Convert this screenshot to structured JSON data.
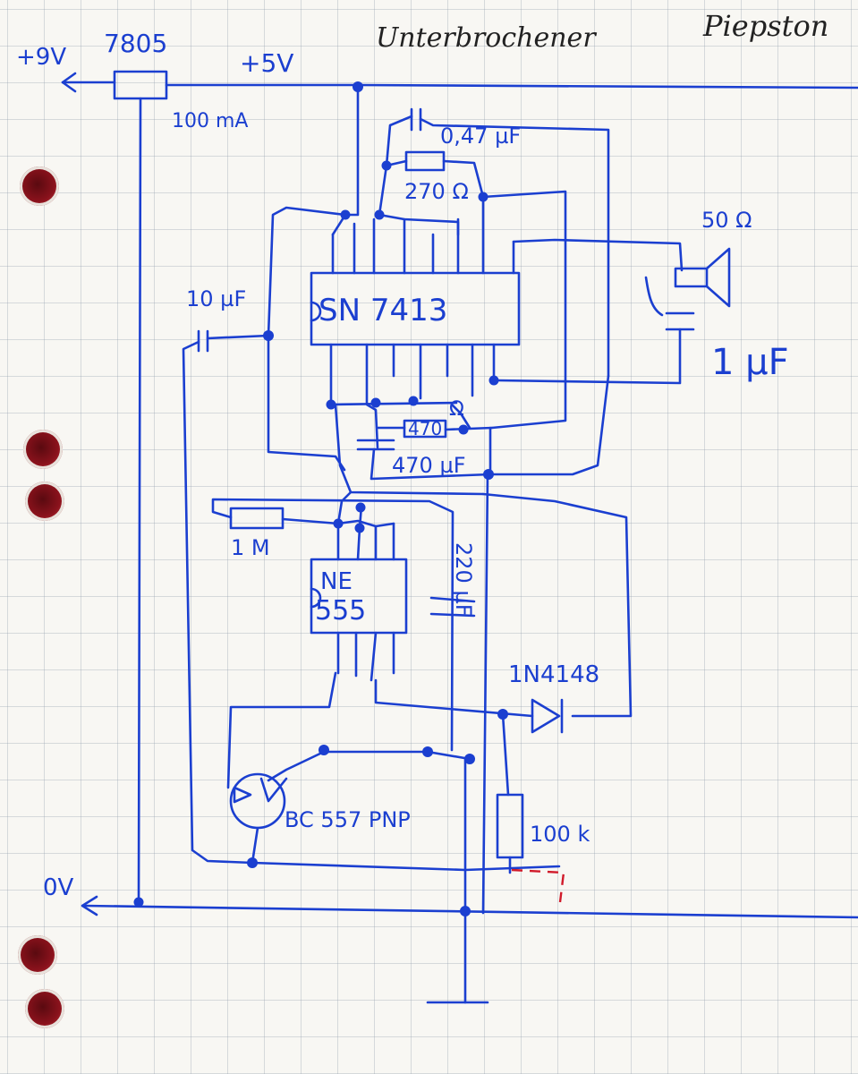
{
  "title_part1": "Unterbrochener",
  "title_part2": "Piepston",
  "labels": {
    "plus9v": "+9V",
    "regulator": "7805",
    "plus5v": "+5V",
    "reg_current": "100 mA",
    "cap047": "0,47 µF",
    "res270": "270 Ω",
    "speaker": "50 Ω",
    "cap10": "10 µF",
    "ic1": "SN 7413",
    "cap1": "1 µF",
    "res470": "470",
    "res470_unit": "Ω",
    "cap470": "470 µF",
    "res1m": "1 M",
    "ic2_line1": "NE",
    "ic2_line2": "555",
    "cap220": "220 µF",
    "diode": "1N4148",
    "transistor": "BC 557 PNP",
    "res100k": "100 k",
    "zero_v": "0V"
  },
  "colors": {
    "ink": "#1b3fd0",
    "pencil": "#222222",
    "red_ink": "#d11a2a"
  }
}
